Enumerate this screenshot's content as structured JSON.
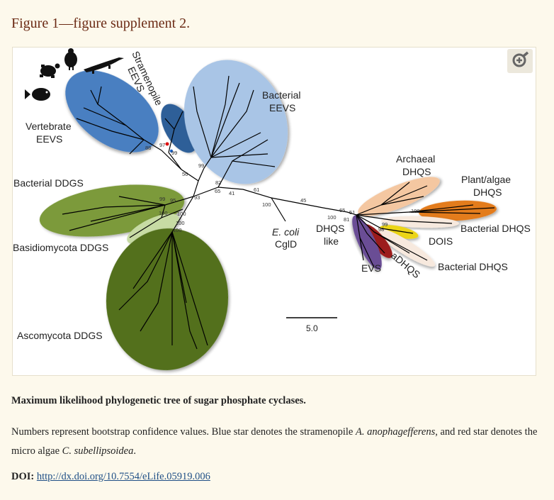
{
  "heading": "Figure 1—figure supplement 2.",
  "figure": {
    "zoom_icon": "zoom-in-icon",
    "labels": {
      "stramenopile": "Stramenopile",
      "eevs": "EEVS",
      "bacterial": "Bacterial",
      "vertebrate": "Vertebrate",
      "bacterial_ddgs": "Bacterial DDGS",
      "basidiomycota_ddgs": "Basidiomycota DDGS",
      "ascomycota_ddgs": "Ascomycota DDGS",
      "ecoli": "E. coli",
      "cgld": "CglD",
      "dhqs": "DHQS",
      "like": "like",
      "archaeal": "Archaeal",
      "plant_algae": "Plant/algae",
      "bacterial_dhqs": "Bacterial DHQS",
      "dois": "DOIS",
      "evs": "EVS",
      "adhqs": "aDHQS",
      "scale": "5.0"
    },
    "bootstrap": [
      "97",
      "88",
      "99",
      "99",
      "56",
      "82",
      "93",
      "65",
      "41",
      "61",
      "99",
      "95",
      "100",
      "100",
      "100",
      "100",
      "100",
      "45",
      "100",
      "65",
      "51",
      "81",
      "100",
      "99",
      "98"
    ],
    "colors": {
      "vertebrate": "#4a7fc1",
      "stramenopile": "#2f5f98",
      "bacterial_eevs": "#a9c5e6",
      "bacterial_ddgs": "#7b9a3a",
      "basidiomycota": "#c7dba4",
      "ascomycota": "#53701f",
      "archaeal": "#f4c7a1",
      "plant": "#e37b1b",
      "dois": "#ecd517",
      "evs": "#6a4d95",
      "adhqs": "#9c1b1b"
    }
  },
  "caption": {
    "title": "Maximum likelihood phylogenetic tree of sugar phosphate cyclases.",
    "part1": "Numbers represent bootstrap confidence values. Blue star denotes the stramenopile ",
    "species1": "A. anophagefferens",
    "part2": ", and red star denotes the micro algae ",
    "species2": "C. subellipsoidea",
    "part3": "."
  },
  "doi": {
    "label": "DOI:",
    "link": "http://dx.doi.org/10.7554/eLife.05919.006"
  }
}
